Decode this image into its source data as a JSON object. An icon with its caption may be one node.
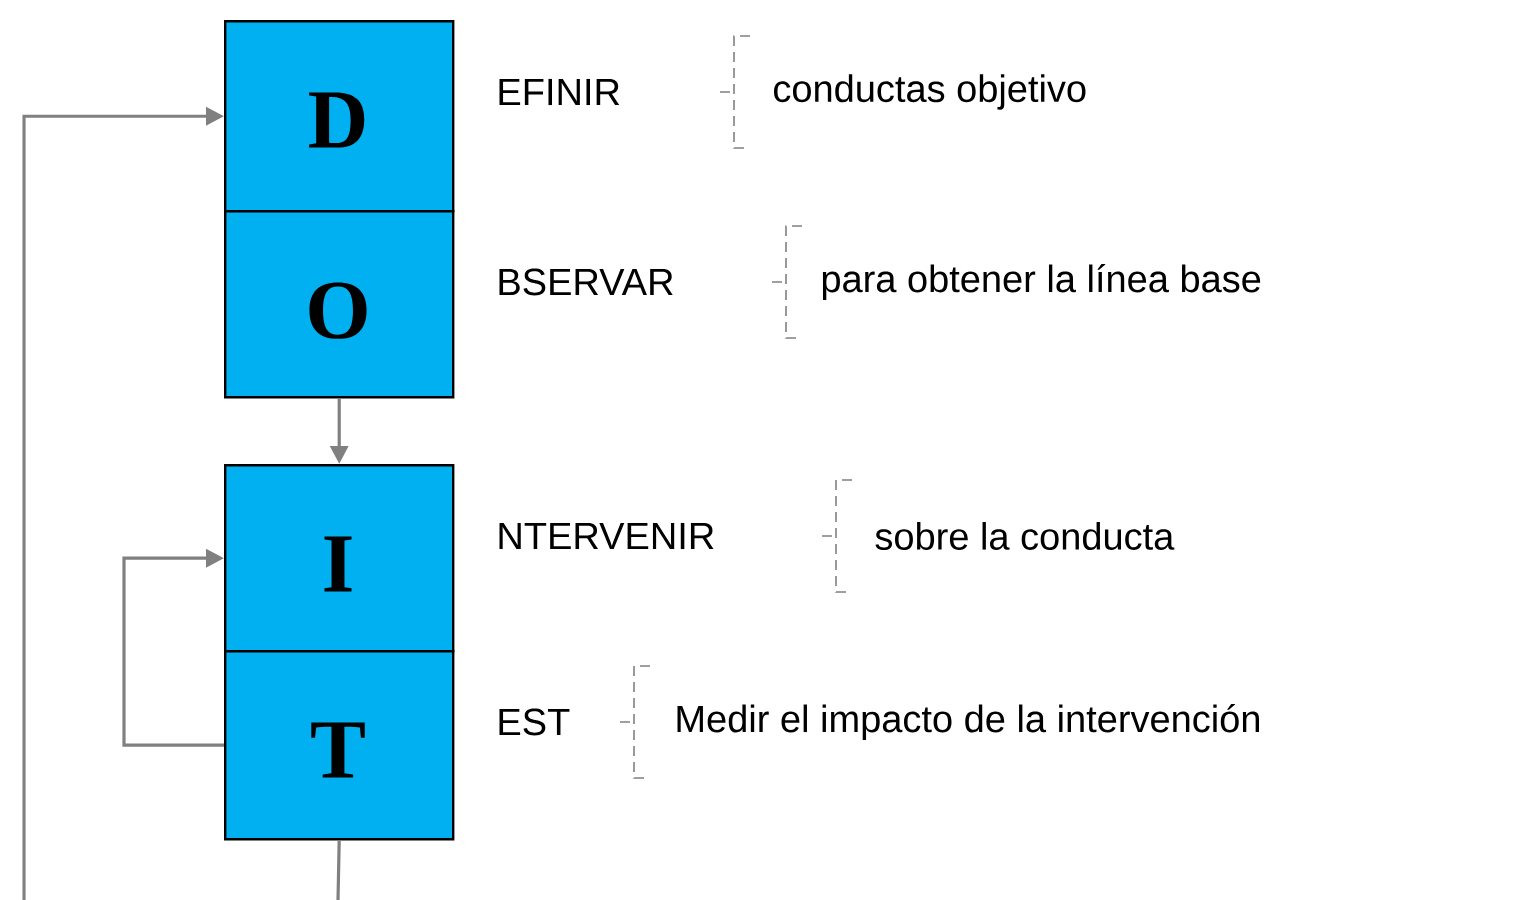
{
  "diagram": {
    "nodes": [
      {
        "text": [
          "D"
        ],
        "beside": [
          "EFINIR"
        ]
      },
      {
        "text": [
          "O"
        ],
        "beside": [
          "BSERVAR"
        ]
      },
      {
        "text": [
          "I"
        ],
        "beside": [
          "NTERVENIR"
        ]
      },
      {
        "text": [
          "T"
        ],
        "beside": [
          "EST"
        ]
      }
    ],
    "edges": [
      {
        "from": 1,
        "to": 2,
        "arrow": "to"
      },
      {
        "from": 3,
        "to": 2,
        "arrow": "to"
      },
      {
        "from": null,
        "to": 0,
        "arrow": "to"
      },
      {
        "from": 3,
        "to": null,
        "arrow": "none"
      }
    ],
    "labels": [
      "conductas objetivo",
      "para obtener la línea base",
      "sobre la conducta",
      "Medir el impacto de la intervención"
    ]
  }
}
